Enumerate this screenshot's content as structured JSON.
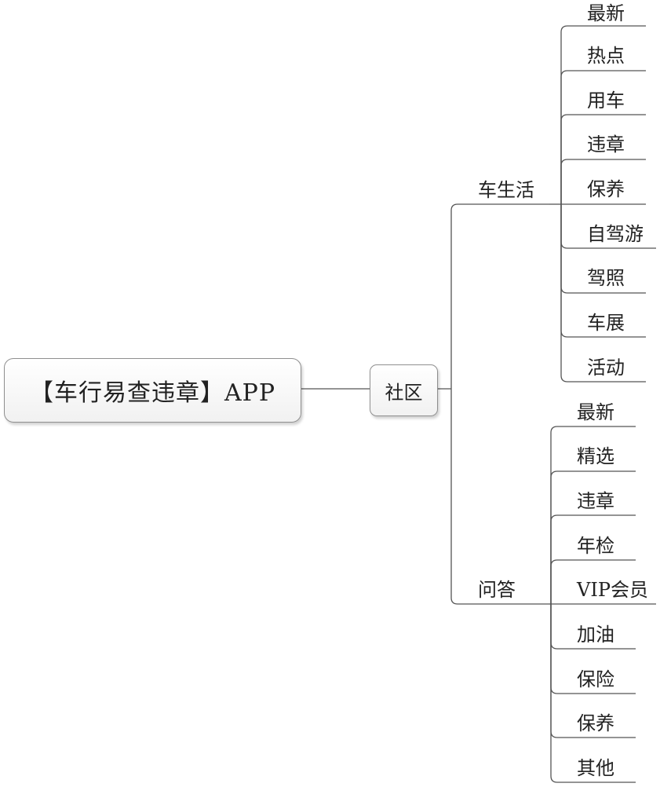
{
  "root": {
    "label": "【车行易查违章】APP"
  },
  "community": {
    "label": "社区"
  },
  "branches": [
    {
      "label": "车生活",
      "items": [
        "最新",
        "热点",
        "用车",
        "违章",
        "保养",
        "自驾游",
        "驾照",
        "车展",
        "活动"
      ]
    },
    {
      "label": "问答",
      "items": [
        "最新",
        "精选",
        "违章",
        "年检",
        "VIP会员",
        "加油",
        "保险",
        "保养",
        "其他"
      ]
    }
  ],
  "colors": {
    "line": "#555555",
    "box_border": "#8f8f8f",
    "text": "#222222"
  }
}
